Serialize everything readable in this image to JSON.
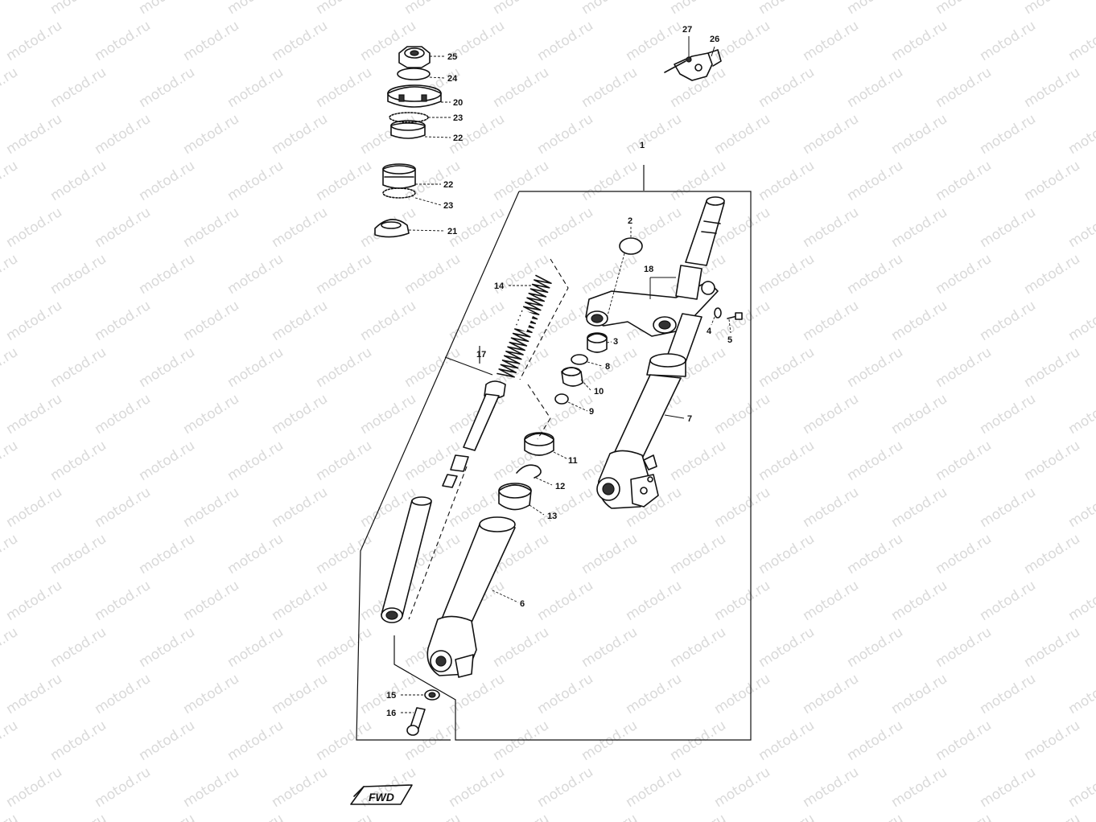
{
  "watermark": {
    "text": "motod.ru"
  },
  "forward_mark": "FWD",
  "parts": [
    {
      "id": "p1",
      "label": "1"
    },
    {
      "id": "p2",
      "label": "2"
    },
    {
      "id": "p3",
      "label": "3"
    },
    {
      "id": "p4",
      "label": "4"
    },
    {
      "id": "p5",
      "label": "5"
    },
    {
      "id": "p6",
      "label": "6"
    },
    {
      "id": "p7",
      "label": "7"
    },
    {
      "id": "p8",
      "label": "8"
    },
    {
      "id": "p9",
      "label": "9"
    },
    {
      "id": "p10",
      "label": "10"
    },
    {
      "id": "p11",
      "label": "11"
    },
    {
      "id": "p12",
      "label": "12"
    },
    {
      "id": "p13",
      "label": "13"
    },
    {
      "id": "p14",
      "label": "14"
    },
    {
      "id": "p15",
      "label": "15"
    },
    {
      "id": "p16",
      "label": "16"
    },
    {
      "id": "p17",
      "label": "17"
    },
    {
      "id": "p18",
      "label": "18"
    },
    {
      "id": "p20",
      "label": "20"
    },
    {
      "id": "p21",
      "label": "21"
    },
    {
      "id": "p22a",
      "label": "22"
    },
    {
      "id": "p22b",
      "label": "22"
    },
    {
      "id": "p23a",
      "label": "23"
    },
    {
      "id": "p23b",
      "label": "23"
    },
    {
      "id": "p24",
      "label": "24"
    },
    {
      "id": "p25",
      "label": "25"
    },
    {
      "id": "p26",
      "label": "26"
    },
    {
      "id": "p27",
      "label": "27"
    }
  ]
}
